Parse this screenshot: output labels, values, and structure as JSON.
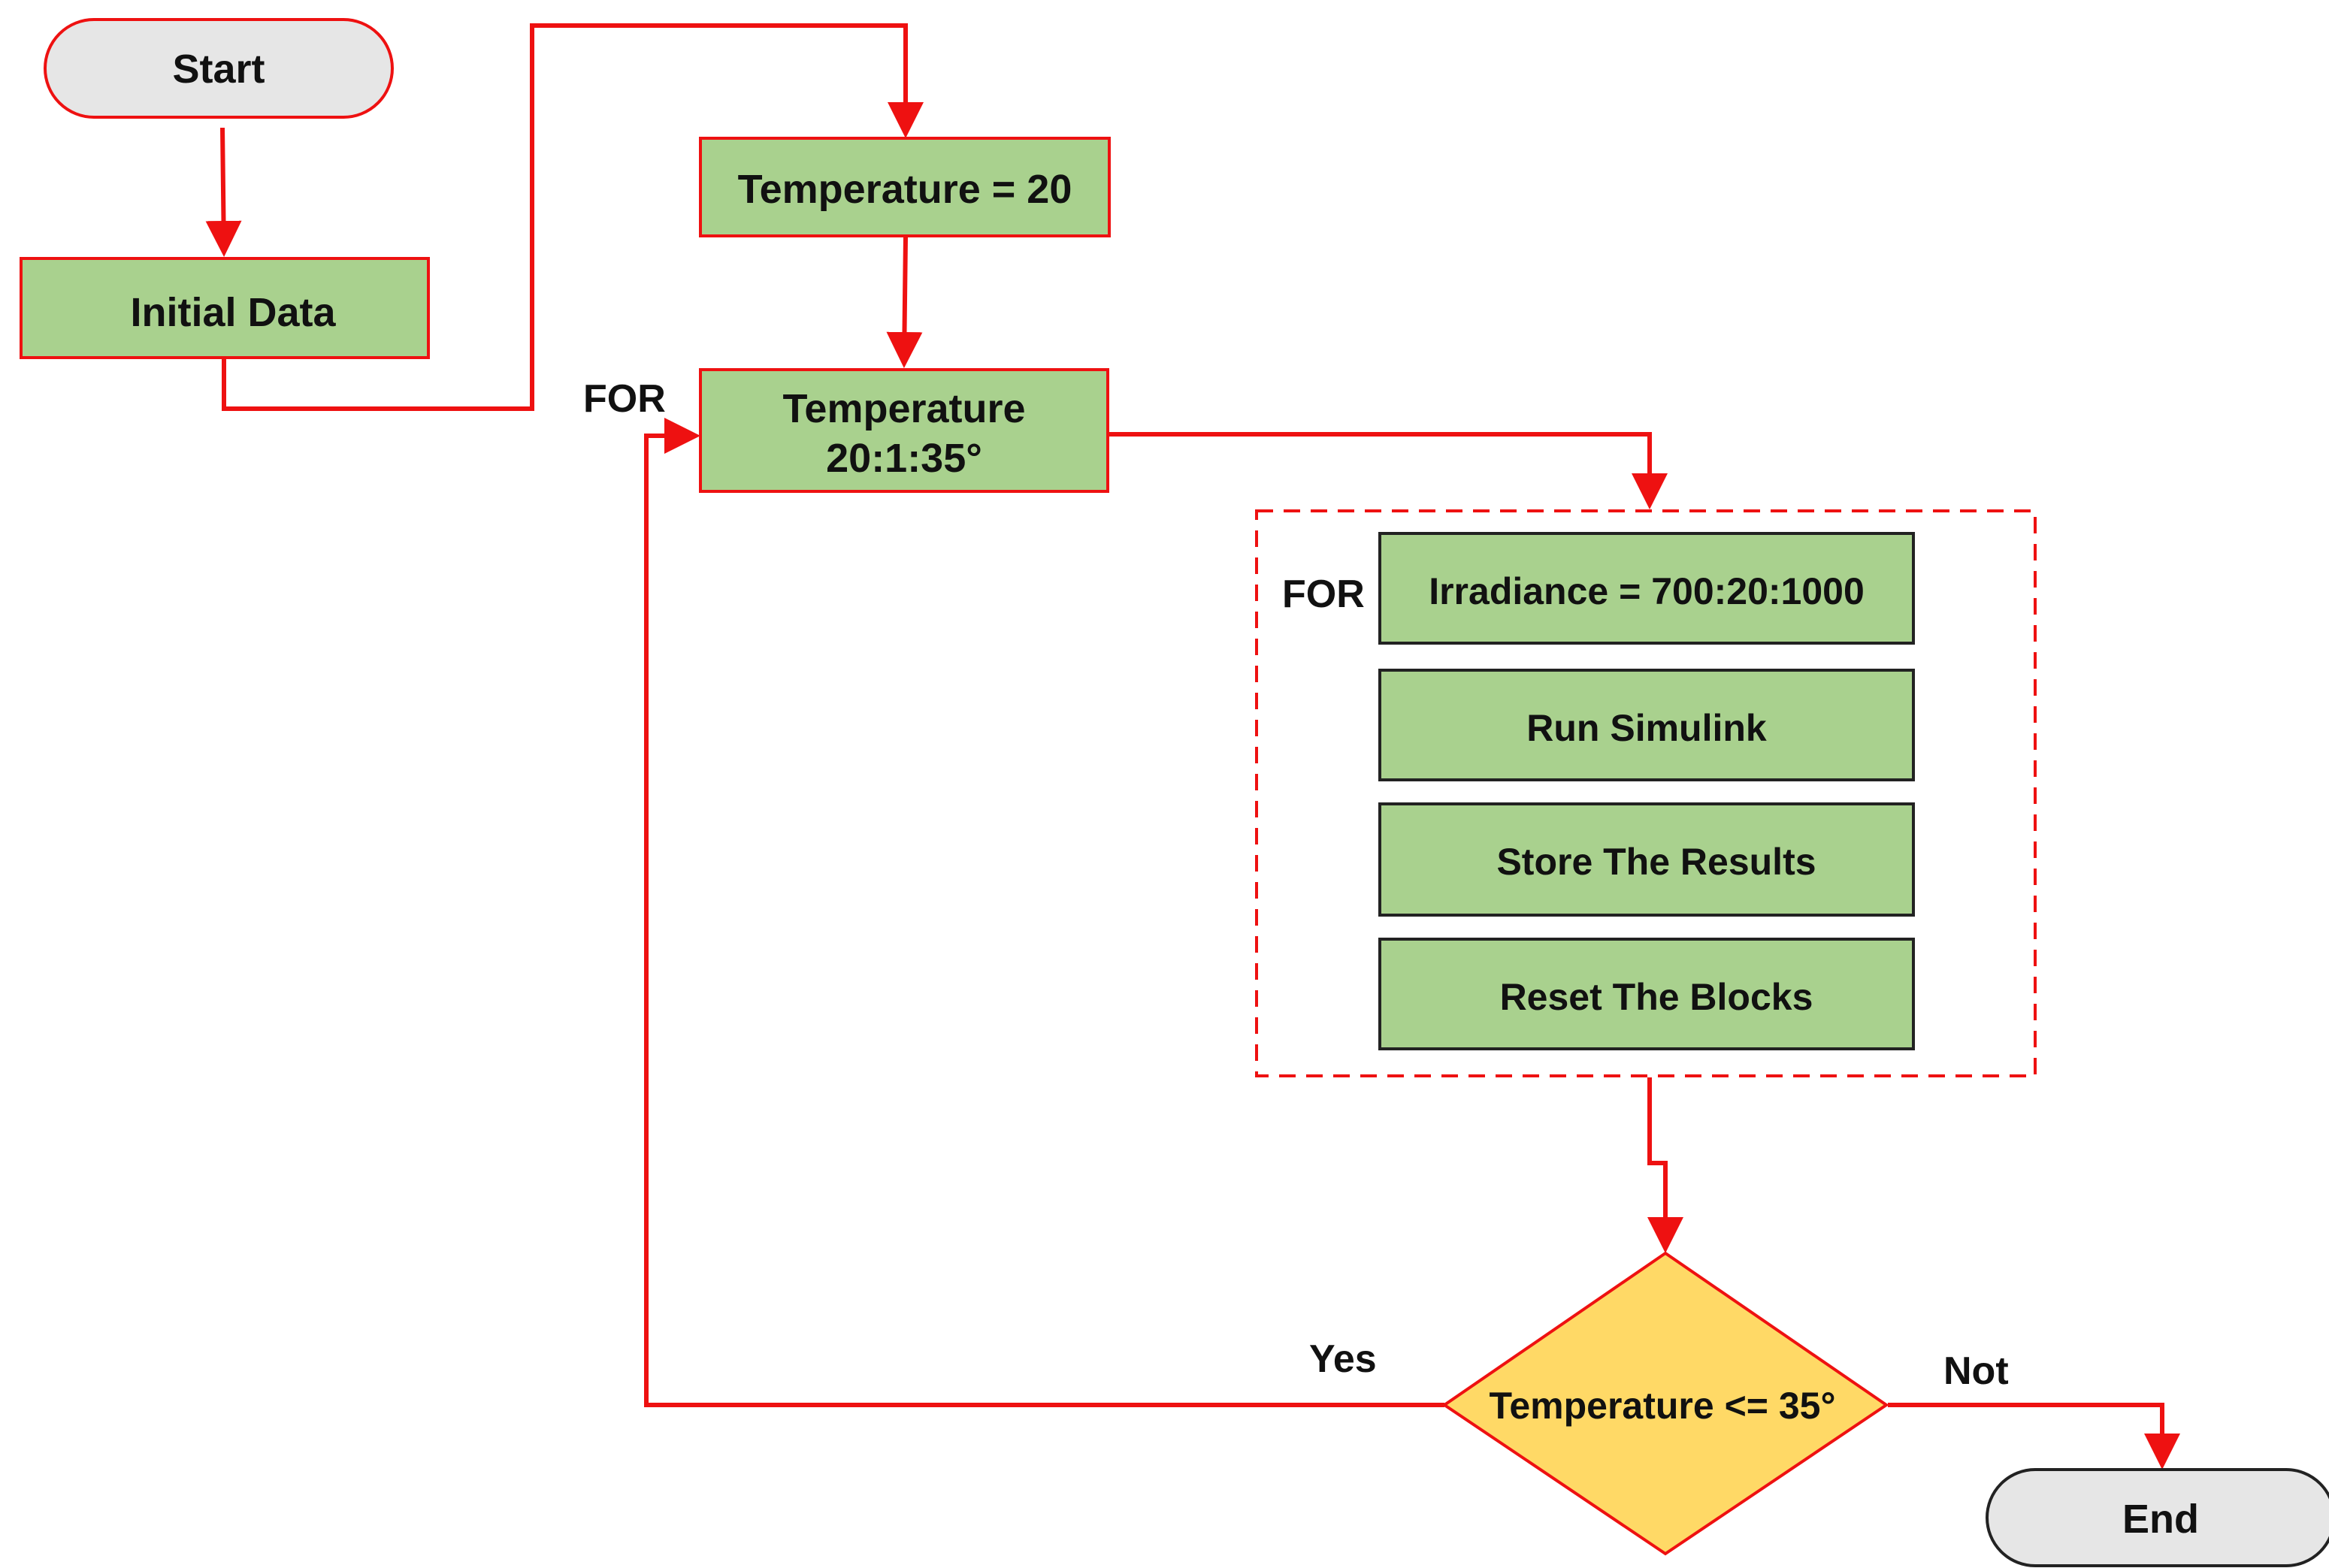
{
  "nodes": {
    "start": "Start",
    "initial_data": "Initial Data",
    "temperature_init": "Temperature = 20",
    "temperature_loop_line1": "Temperature",
    "temperature_loop_line2": "20:1:35°",
    "irradiance_loop": "Irradiance = 700:20:1000",
    "run_simulink": "Run Simulink",
    "store_results": "Store The Results",
    "reset_blocks": "Reset The Blocks",
    "decision": "Temperature <= 35°",
    "end": "End"
  },
  "labels": {
    "for_outer": "FOR",
    "for_inner": "FOR",
    "yes": "Yes",
    "not": "Not"
  },
  "colors": {
    "arrow": "#ee1111",
    "process_fill": "#a9d18e",
    "process_border_red": "#ee1111",
    "process_border_dark": "#222222",
    "terminal_fill": "#e6e6e6",
    "decision_fill": "#ffd966"
  }
}
